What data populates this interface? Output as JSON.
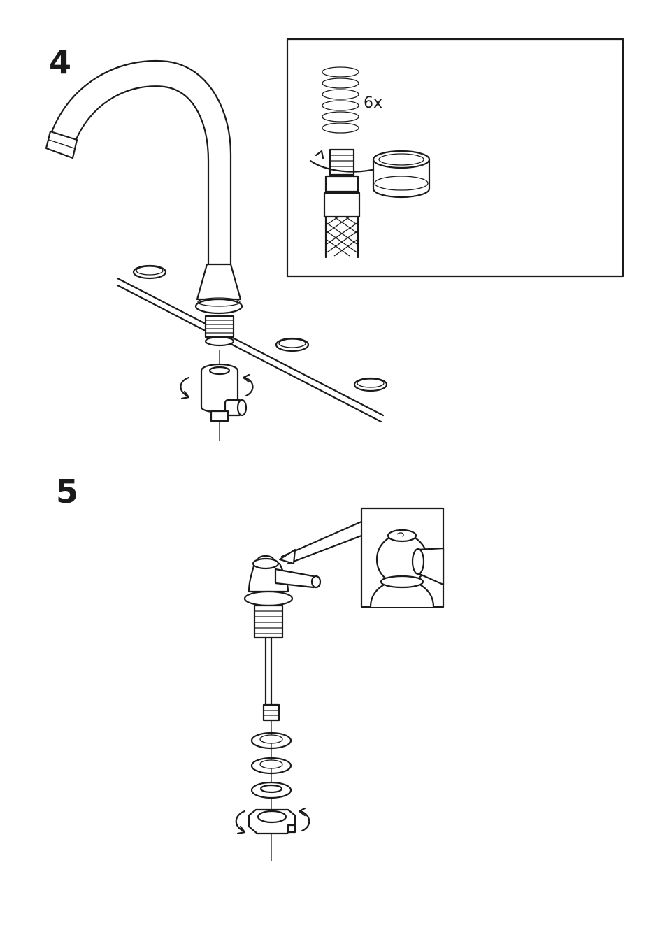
{
  "steps": [
    {
      "number": "4"
    },
    {
      "number": "5"
    }
  ],
  "detail": {
    "turns_label": "6x"
  },
  "icons": [
    "faucet-spout-icon",
    "sink-deck-icon",
    "connector-icon",
    "rotate-arrow-icon",
    "thread-tape-icon",
    "hose-icon",
    "handle-valve-icon",
    "washer-icon",
    "lock-nut-icon",
    "zoom-callout-icon"
  ]
}
